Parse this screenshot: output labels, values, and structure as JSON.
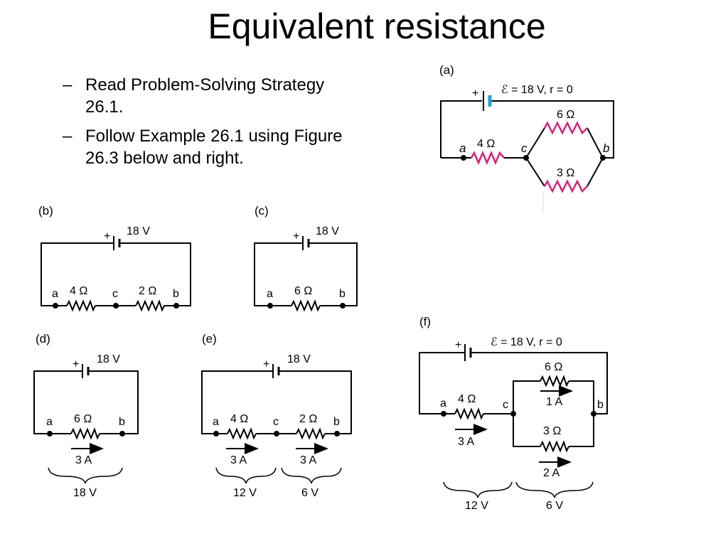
{
  "title": "Equivalent resistance",
  "bullets": [
    "Read Problem-Solving Strategy 26.1.",
    "Follow Example 26.1 using Figure 26.3 below and right."
  ],
  "bullet_marker": "–",
  "colors": {
    "resistor_accent": "#d4237a",
    "battery_accent": "#1aa3dc",
    "wire": "#000000"
  },
  "panels": {
    "a": {
      "label": "(a)",
      "emf": "ℰ = 18 V, r = 0",
      "plus": "+",
      "r1": "4 Ω",
      "r2": "6 Ω",
      "r3": "3 Ω",
      "node_a": "a",
      "node_c": "c",
      "node_b": "b"
    },
    "b": {
      "label": "(b)",
      "emf": "18 V",
      "plus": "+",
      "r1": "4 Ω",
      "r2": "2 Ω",
      "node_a": "a",
      "node_c": "c",
      "node_b": "b"
    },
    "c": {
      "label": "(c)",
      "emf": "18 V",
      "plus": "+",
      "r1": "6 Ω",
      "node_a": "a",
      "node_b": "b"
    },
    "d": {
      "label": "(d)",
      "emf": "18 V",
      "plus": "+",
      "r1": "6 Ω",
      "node_a": "a",
      "node_b": "b",
      "current": "3 A",
      "voltage": "18 V"
    },
    "e": {
      "label": "(e)",
      "emf": "18 V",
      "plus": "+",
      "r1": "4 Ω",
      "r2": "2 Ω",
      "node_a": "a",
      "node_c": "c",
      "node_b": "b",
      "current1": "3 A",
      "current2": "3 A",
      "voltage1": "12 V",
      "voltage2": "6 V"
    },
    "f": {
      "label": "(f)",
      "emf": "ℰ = 18 V, r = 0",
      "plus": "+",
      "r1": "4 Ω",
      "r2": "6 Ω",
      "r3": "3 Ω",
      "node_a": "a",
      "node_c": "c",
      "node_b": "b",
      "current_main": "3 A",
      "current_top": "1 A",
      "current_bottom": "2 A",
      "voltage1": "12 V",
      "voltage2": "6 V"
    }
  }
}
